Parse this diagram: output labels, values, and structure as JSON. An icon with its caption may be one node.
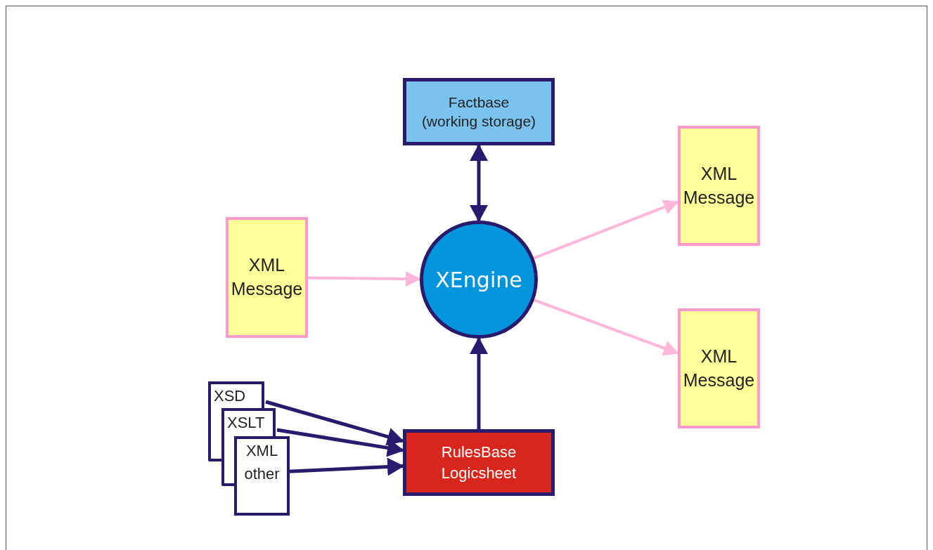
{
  "diagram": {
    "nodes": [
      {
        "text": [
          "Factbase (working storage)"
        ]
      },
      {
        "text": [
          "XEngine"
        ]
      },
      {
        "text": [
          "XML Message"
        ]
      },
      {
        "text": [
          "XML Message"
        ]
      },
      {
        "text": [
          "XML Message"
        ]
      },
      {
        "text": [
          "XSD"
        ]
      },
      {
        "text": [
          "XSLT"
        ]
      },
      {
        "text": [
          "XML other"
        ]
      },
      {
        "text": [
          "RulesBase Logicsheet"
        ]
      }
    ],
    "edges": [
      {
        "from": 0,
        "to": 1,
        "arrow": "both"
      },
      {
        "from": 2,
        "to": 1,
        "arrow": "to",
        "color": "#ffb6d9"
      },
      {
        "from": 1,
        "to": 3,
        "arrow": "to",
        "color": "#ffb6d9"
      },
      {
        "from": 1,
        "to": 4,
        "arrow": "to",
        "color": "#ffb6d9"
      },
      {
        "from": 5,
        "to": 8,
        "arrow": "to"
      },
      {
        "from": 6,
        "to": 8,
        "arrow": "to"
      },
      {
        "from": 7,
        "to": 8,
        "arrow": "to"
      },
      {
        "from": 8,
        "to": 1,
        "arrow": "to"
      }
    ]
  }
}
